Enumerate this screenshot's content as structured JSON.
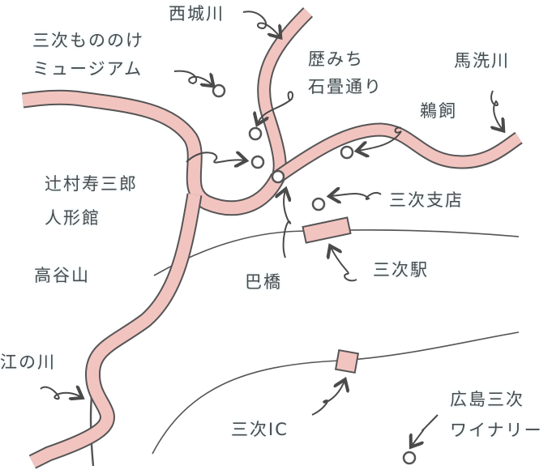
{
  "colors": {
    "river_fill": "#f2c4c0",
    "ink": "#4a4a4a",
    "halo": "#eaf6fb"
  },
  "labels": {
    "saijo_river": "西城川",
    "mononoke_museum": [
      "三次もののけ",
      "ミュージアム"
    ],
    "rekimichi": [
      "歴みち",
      "石畳通り"
    ],
    "basen_river": "馬洗川",
    "ukai": "鵜飼",
    "tsujimura": [
      "辻村寿三郎",
      "人形館"
    ],
    "miyoshi_branch": "三次支店",
    "takatani_mountain": "高谷山",
    "tomoe_bridge": "巴橋",
    "miyoshi_station": "三次駅",
    "gono_river": "江の川",
    "miyoshi_ic": "三次IC",
    "winery": [
      "広島三次",
      "ワイナリー"
    ]
  }
}
